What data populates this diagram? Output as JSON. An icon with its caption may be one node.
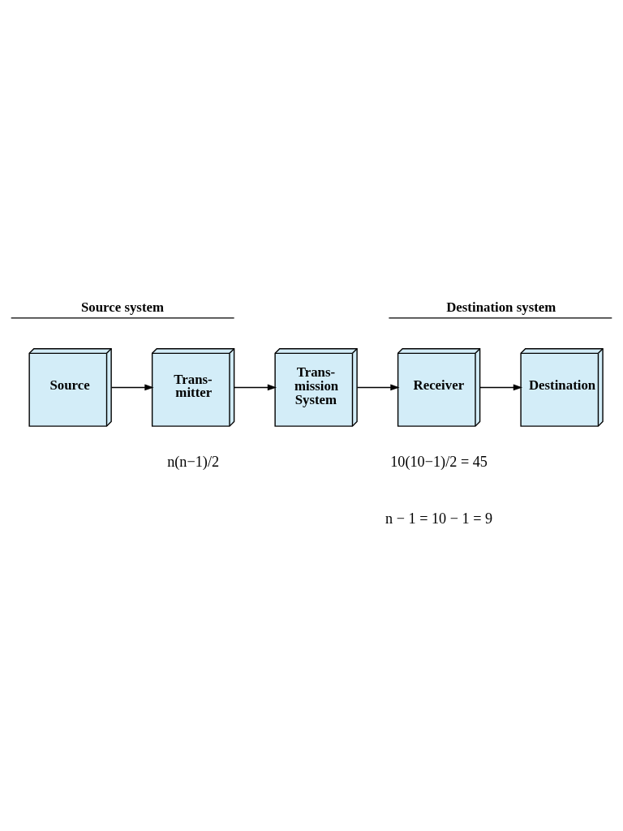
{
  "diagram": {
    "nodes": [
      {
        "text": [
          "Source"
        ]
      },
      {
        "text": [
          "Trans- mitter"
        ]
      },
      {
        "text": [
          "Trans- mission System"
        ]
      },
      {
        "text": [
          "Receiver"
        ]
      },
      {
        "text": [
          "Destination"
        ]
      }
    ],
    "edges": [
      {
        "from": 0,
        "to": 1,
        "arrow": "to"
      },
      {
        "from": 1,
        "to": 2,
        "arrow": "to"
      },
      {
        "from": 2,
        "to": 3,
        "arrow": "to"
      },
      {
        "from": 3,
        "to": 4,
        "arrow": "to"
      }
    ],
    "labels": [
      "Source system",
      "Destination system",
      "n(n−1)/2",
      "10(10−1)/2 = 45",
      "n − 1 = 10 − 1 = 9"
    ]
  }
}
